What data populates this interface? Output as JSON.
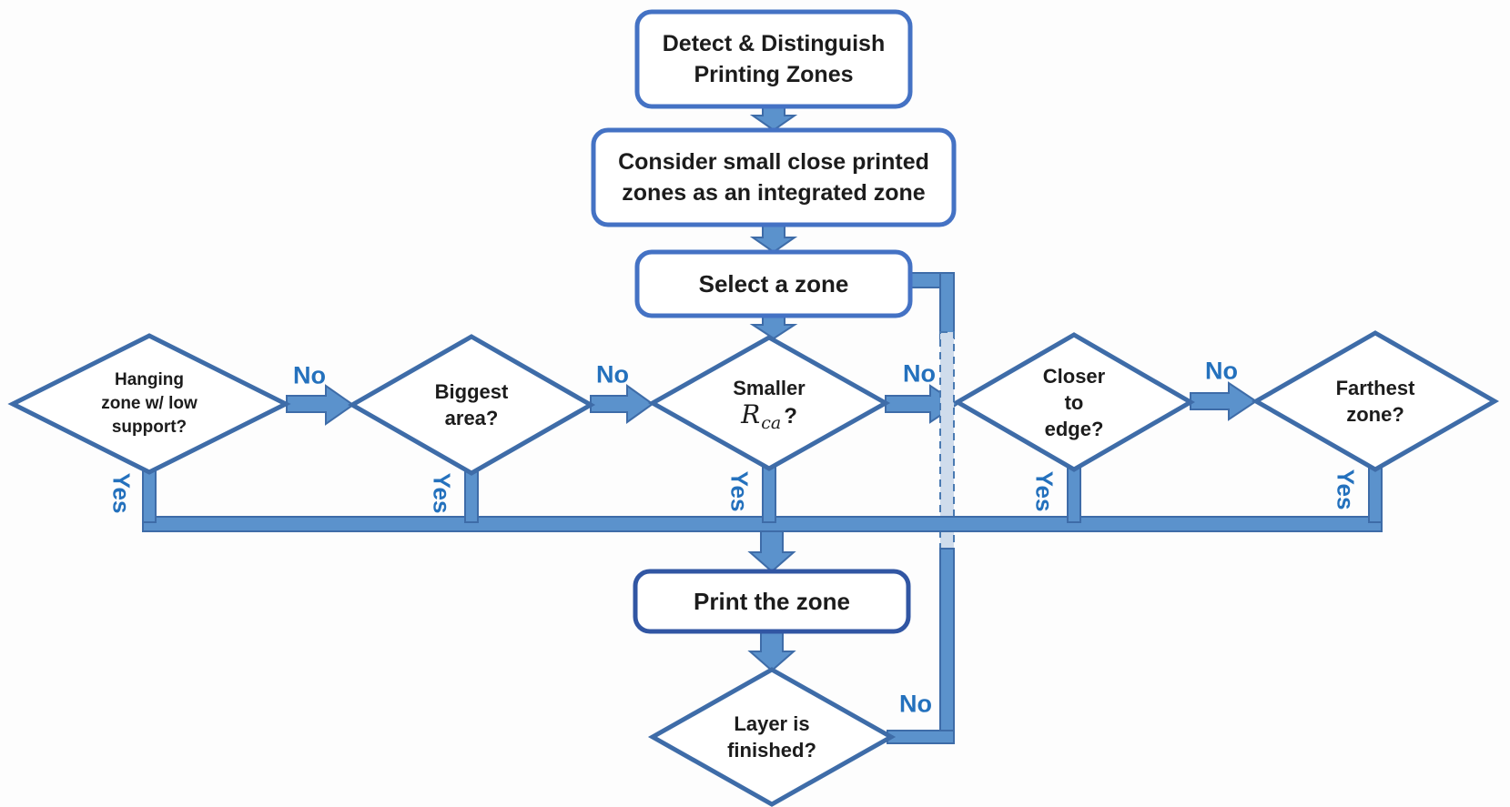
{
  "colors": {
    "box_border": "#4472c4",
    "print_box_border": "#3156a3",
    "shape_border": "#3e6ca8",
    "connector_fill": "#5b92cc",
    "label_blue": "#2471bd",
    "dash_fill": "#cfdcec",
    "dash_stroke": "#4a7ab2",
    "text_color": "#1c1c1c"
  },
  "nodes": {
    "detect": {
      "line1": "Detect & Distinguish",
      "line2": "Printing Zones"
    },
    "consider": {
      "line1": "Consider small close printed",
      "line2": "zones as an integrated zone"
    },
    "select": {
      "label": "Select a zone"
    },
    "hanging": {
      "line1": "Hanging",
      "line2": "zone w/ low",
      "line3": "support?"
    },
    "biggest": {
      "line1": "Biggest",
      "line2": "area?"
    },
    "smaller": {
      "line1": "Smaller",
      "symbol": "R",
      "subscript": "ca",
      "question": "?"
    },
    "closer": {
      "line1": "Closer",
      "line2": "to",
      "line3": "edge?"
    },
    "farthest": {
      "line1": "Farthest",
      "line2": "zone?"
    },
    "print": {
      "label": "Print the zone"
    },
    "layer": {
      "line1": "Layer is",
      "line2": "finished?"
    }
  },
  "edges": {
    "no_hanging_to_biggest": "No",
    "no_biggest_to_smaller": "No",
    "no_smaller_to_closer": "No",
    "no_closer_to_farthest": "No",
    "no_layer_loop": "No",
    "yes_hanging": "Yes",
    "yes_biggest": "Yes",
    "yes_smaller": "Yes",
    "yes_closer": "Yes",
    "yes_farthest": "Yes"
  }
}
